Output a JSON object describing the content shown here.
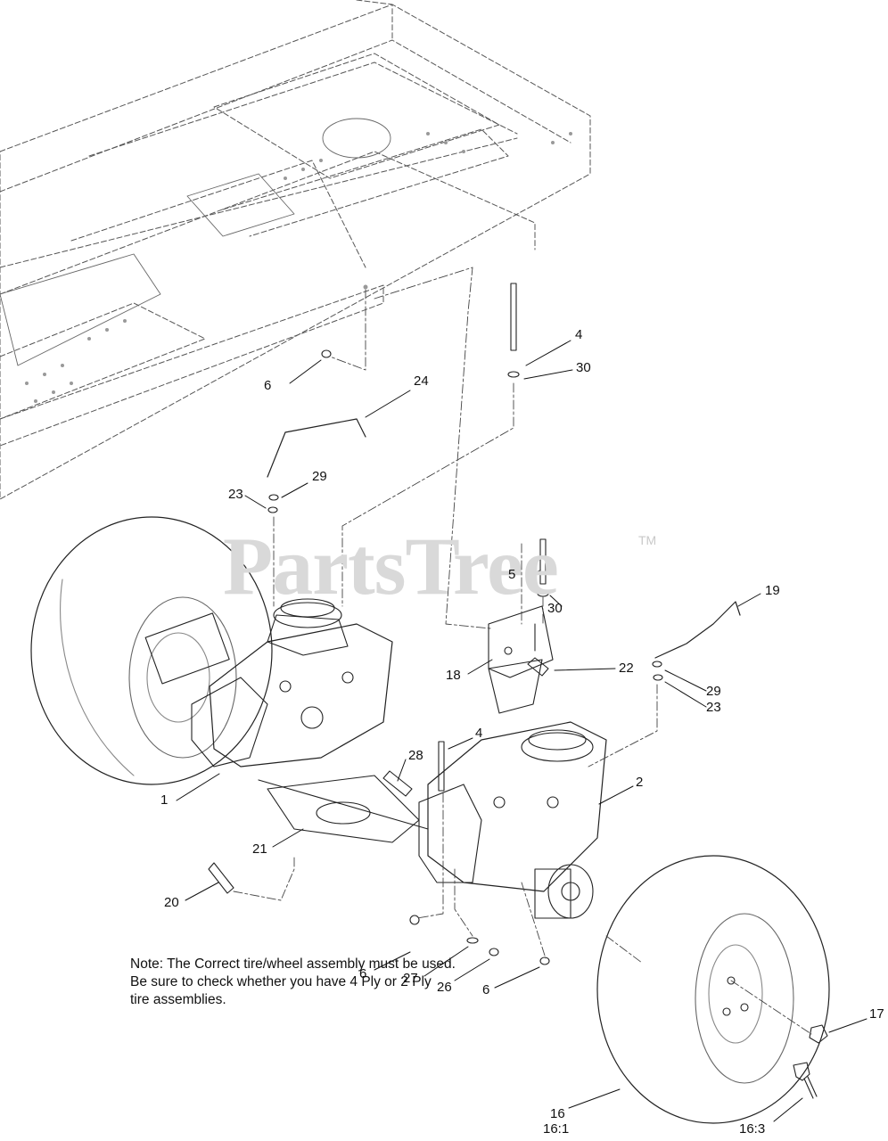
{
  "watermark": {
    "brand": "PartsTree",
    "trademark": "TM"
  },
  "note": {
    "line1": "Note: The Correct tire/wheel assembly must be used.",
    "line2": "Be sure to check whether you have 4 Ply or 2 Ply",
    "line3": "tire assemblies."
  },
  "callouts": [
    {
      "id": "c-4a",
      "label": "4"
    },
    {
      "id": "c-30a",
      "label": "30"
    },
    {
      "id": "c-6a",
      "label": "6"
    },
    {
      "id": "c-24",
      "label": "24"
    },
    {
      "id": "c-29a",
      "label": "29"
    },
    {
      "id": "c-23a",
      "label": "23"
    },
    {
      "id": "c-5",
      "label": "5"
    },
    {
      "id": "c-30b",
      "label": "30"
    },
    {
      "id": "c-19",
      "label": "19"
    },
    {
      "id": "c-22",
      "label": "22"
    },
    {
      "id": "c-18",
      "label": "18"
    },
    {
      "id": "c-29b",
      "label": "29"
    },
    {
      "id": "c-23b",
      "label": "23"
    },
    {
      "id": "c-4b",
      "label": "4"
    },
    {
      "id": "c-28",
      "label": "28"
    },
    {
      "id": "c-2",
      "label": "2"
    },
    {
      "id": "c-1",
      "label": "1"
    },
    {
      "id": "c-21",
      "label": "21"
    },
    {
      "id": "c-20",
      "label": "20"
    },
    {
      "id": "c-6b",
      "label": "6"
    },
    {
      "id": "c-27",
      "label": "27"
    },
    {
      "id": "c-26",
      "label": "26"
    },
    {
      "id": "c-6c",
      "label": "6"
    },
    {
      "id": "c-17",
      "label": "17"
    },
    {
      "id": "c-16",
      "label": "16"
    },
    {
      "id": "c-16-1",
      "label": "16:1"
    },
    {
      "id": "c-16-3",
      "label": "16:3"
    }
  ]
}
